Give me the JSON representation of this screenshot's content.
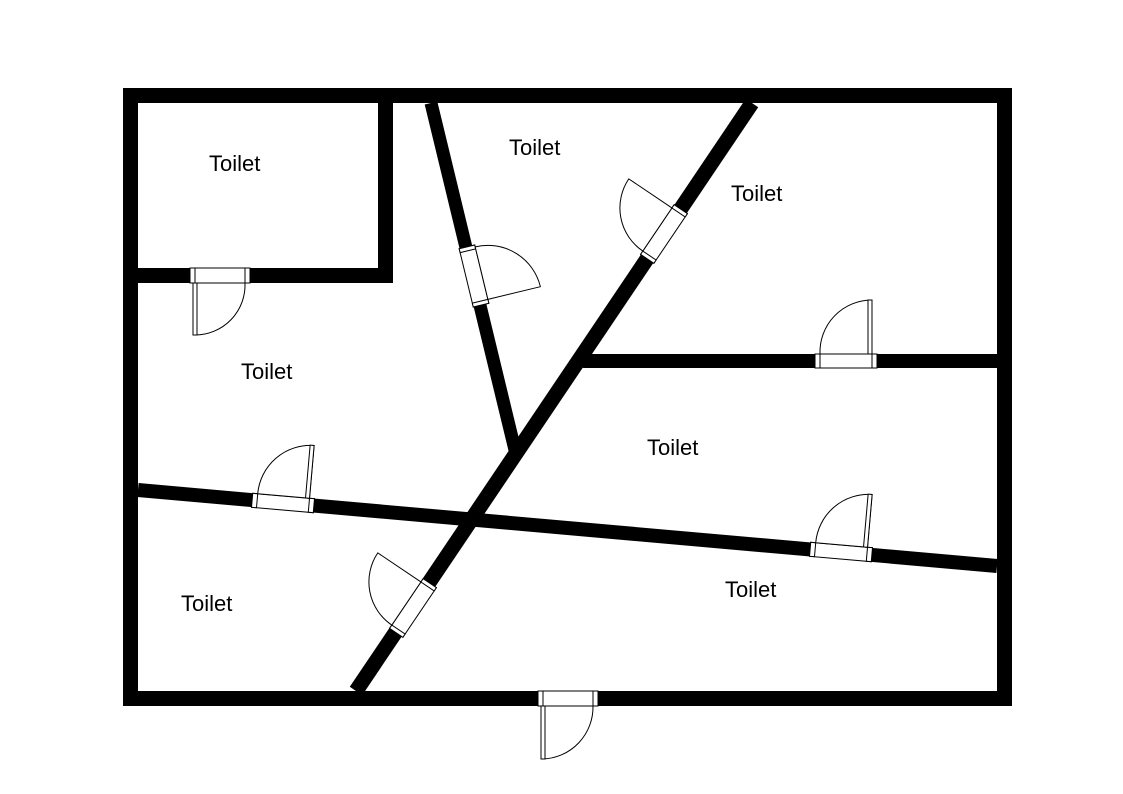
{
  "floorplan": {
    "rooms": [
      {
        "id": "room-top-left",
        "label": "Toilet"
      },
      {
        "id": "room-top-middle",
        "label": "Toilet"
      },
      {
        "id": "room-top-right",
        "label": "Toilet"
      },
      {
        "id": "room-left-middle",
        "label": "Toilet"
      },
      {
        "id": "room-right-middle",
        "label": "Toilet"
      },
      {
        "id": "room-bottom-left",
        "label": "Toilet"
      },
      {
        "id": "room-bottom-right",
        "label": "Toilet"
      }
    ]
  },
  "colors": {
    "wall": "#000000",
    "background": "#ffffff"
  }
}
